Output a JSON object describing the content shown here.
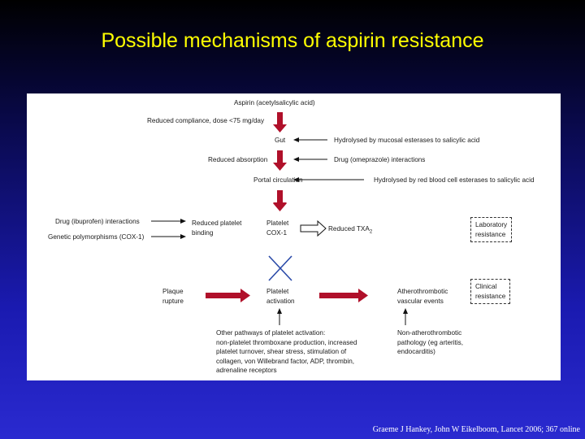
{
  "title": "Possible mechanisms of aspirin resistance",
  "citation": "Graeme J Hankey, John W Eikelboom, Lancet 2006; 367 online",
  "diagram": {
    "aspirin": "Aspirin (acetylsalicylic acid)",
    "reduced_compliance": "Reduced compliance, dose <75 mg/day",
    "gut": "Gut",
    "hydrolysed_mucosal": "Hydrolysed by mucosal esterases to salicylic acid",
    "reduced_absorption": "Reduced absorption",
    "drug_omeprazole": "Drug (omeprazole) interactions",
    "portal_circulation": "Portal circulation",
    "hydrolysed_rbc": "Hydrolysed by red blood cell esterases to salicylic acid",
    "drug_ibuprofen": "Drug (ibuprofen) interactions",
    "genetic_polymorphisms": "Genetic polymorphisms (COX-1)",
    "reduced_platelet_binding_1": "Reduced platelet",
    "reduced_platelet_binding_2": "binding",
    "platelet_cox_1": "Platelet",
    "platelet_cox_2": "COX-1",
    "reduced_txa": "Reduced TXA",
    "reduced_txa_sub": "2",
    "laboratory_resistance_1": "Laboratory",
    "laboratory_resistance_2": "resistance",
    "plaque_rupture_1": "Plaque",
    "plaque_rupture_2": "rupture",
    "platelet_activation_1": "Platelet",
    "platelet_activation_2": "activation",
    "atherothrombotic_1": "Atherothrombotic",
    "atherothrombotic_2": "vascular events",
    "clinical_resistance_1": "Clinical",
    "clinical_resistance_2": "resistance",
    "other_pathways": [
      "Other pathways of platelet activation:",
      "non-platelet thromboxane production, increased",
      "platelet turnover, shear stress, stimulation of",
      "collagen, von Willebrand factor, ADP, thrombin,",
      "adrenaline receptors"
    ],
    "non_athero": [
      "Non-atherothrombotic",
      "pathology (eg arteritis,",
      "endocarditis)"
    ]
  },
  "colors": {
    "title": "#ffff00",
    "red_arrow": "#b0102a",
    "blue_cross": "#2a4aa8",
    "panel": "#ffffff"
  }
}
